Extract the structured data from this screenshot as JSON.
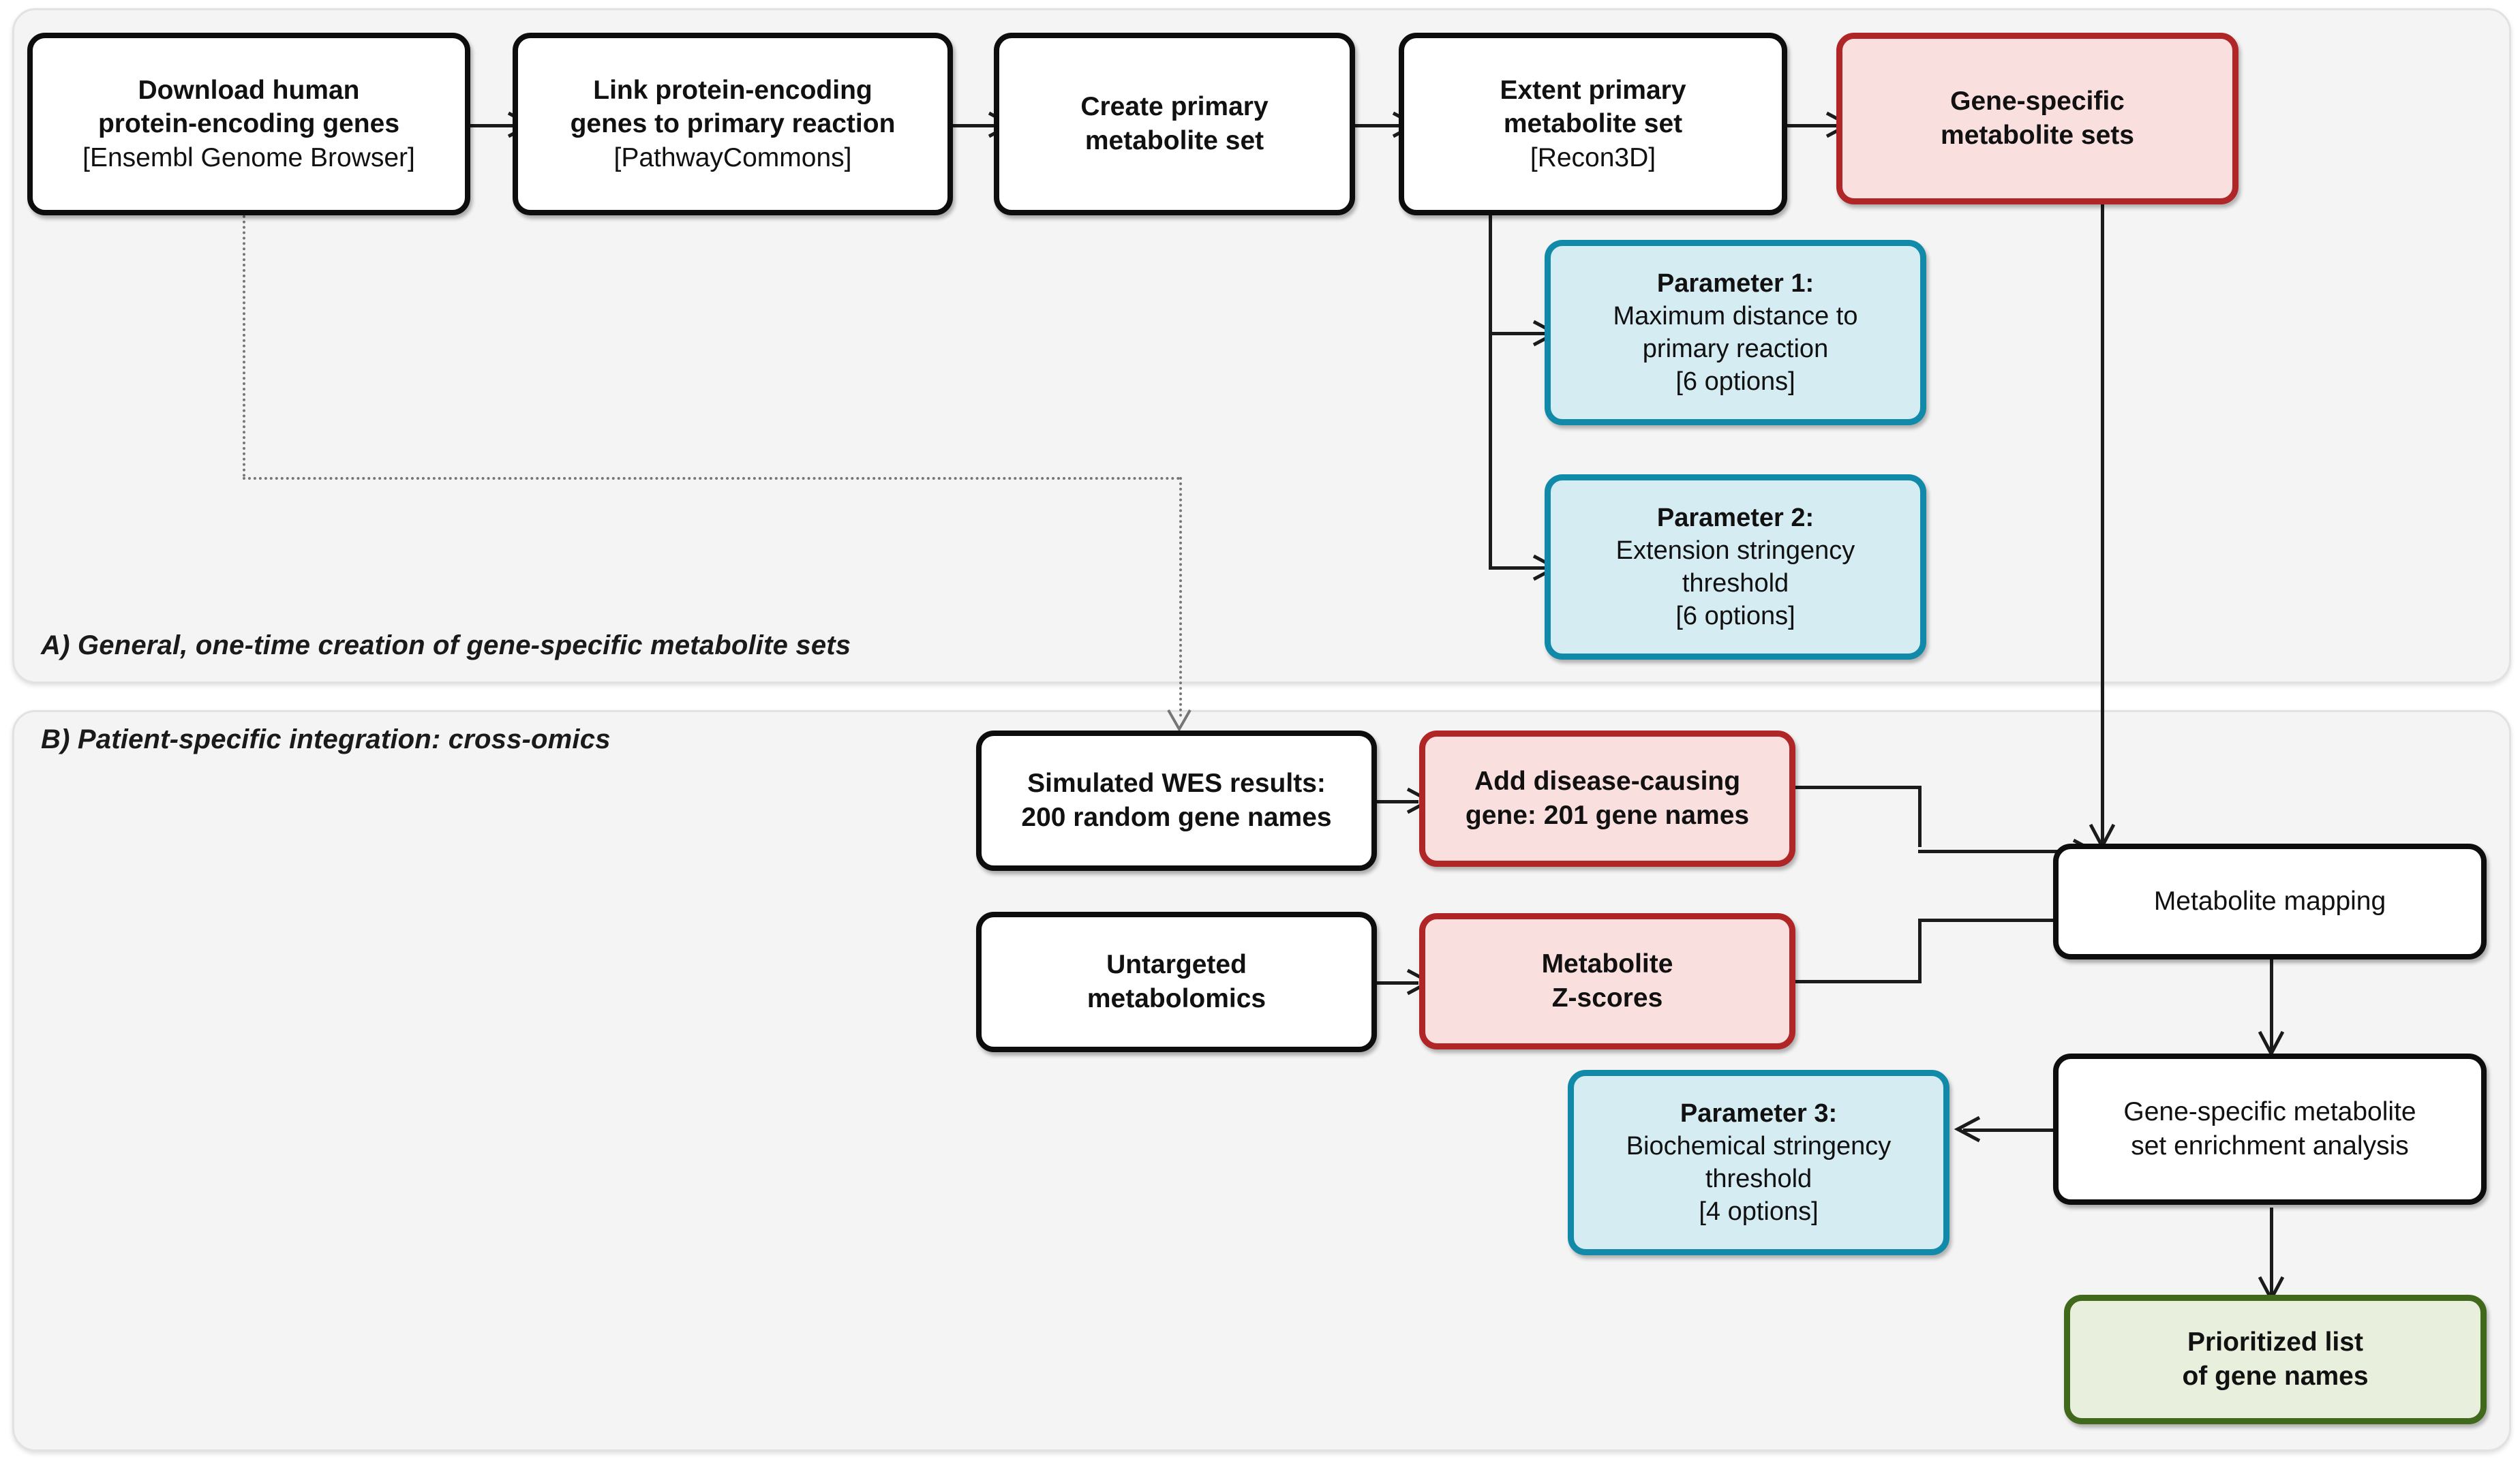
{
  "figure": {
    "type": "flowchart",
    "panels": [
      {
        "id": "A",
        "label": "A) General, one-time creation of gene-specific metabolite sets"
      },
      {
        "id": "B",
        "label": "B) Patient-specific integration: cross-omics"
      }
    ]
  },
  "colors": {
    "black_border": "#0d0d0d",
    "red_border": "#b02525",
    "red_fill": "#fadfdf",
    "blue_border": "#1189a8",
    "blue_fill": "#d4ecf2",
    "green_border": "#41691b",
    "green_fill": "#e8efdd",
    "panel_fill": "#f4f4f4",
    "connector": "#1b1b1b",
    "dotted_connector": "#767676"
  },
  "nodes": {
    "download_genes": {
      "line1": "Download  human",
      "line2": "protein-encoding genes",
      "line3": "[Ensembl Genome  Browser]",
      "style": "black"
    },
    "link_genes": {
      "line1": "Link protein-encoding",
      "line2": "genes to primary reaction",
      "line3": "[PathwayCommons]",
      "style": "black"
    },
    "create_primary": {
      "line1": "Create primary",
      "line2": "metabolite set",
      "style": "black"
    },
    "extent_primary": {
      "line1": "Extent primary",
      "line2": "metabolite set",
      "line3": "[Recon3D]",
      "style": "black"
    },
    "gene_specific_sets": {
      "line1": "Gene-specific",
      "line2": "metabolite sets",
      "style": "red"
    },
    "parameter1": {
      "line1": "Parameter 1:",
      "line2": "Maximum distance to",
      "line3": "primary reaction",
      "line4": "[6 options]",
      "style": "blue"
    },
    "parameter2": {
      "line1": "Parameter 2:",
      "line2": "Extension stringency",
      "line3": "threshold",
      "line4": "[6 options]",
      "style": "blue"
    },
    "parameter3": {
      "line1": "Parameter 3:",
      "line2": "Biochemical stringency",
      "line3": "threshold",
      "line4": "[4 options]",
      "style": "blue"
    },
    "simulated_wes": {
      "line1": "Simulated WES results:",
      "line2": "200 random  gene names",
      "style": "black"
    },
    "add_disease_gene": {
      "line1": "Add disease-causing",
      "line2": "gene: 201 gene names",
      "style": "red"
    },
    "untargeted_metabolomics": {
      "line1": "Untargeted",
      "line2": "metabolomics",
      "style": "black"
    },
    "metabolite_zscores": {
      "line1": "Metabolite",
      "line2": "Z-scores",
      "style": "red"
    },
    "metabolite_mapping": {
      "line1": "Metabolite  mapping",
      "style": "black"
    },
    "enrichment_analysis": {
      "line1": "Gene-specific  metabolite",
      "line2": "set enrichment analysis",
      "style": "black"
    },
    "prioritized_list": {
      "line1": "Prioritized list",
      "line2": "of gene names",
      "style": "green"
    }
  }
}
